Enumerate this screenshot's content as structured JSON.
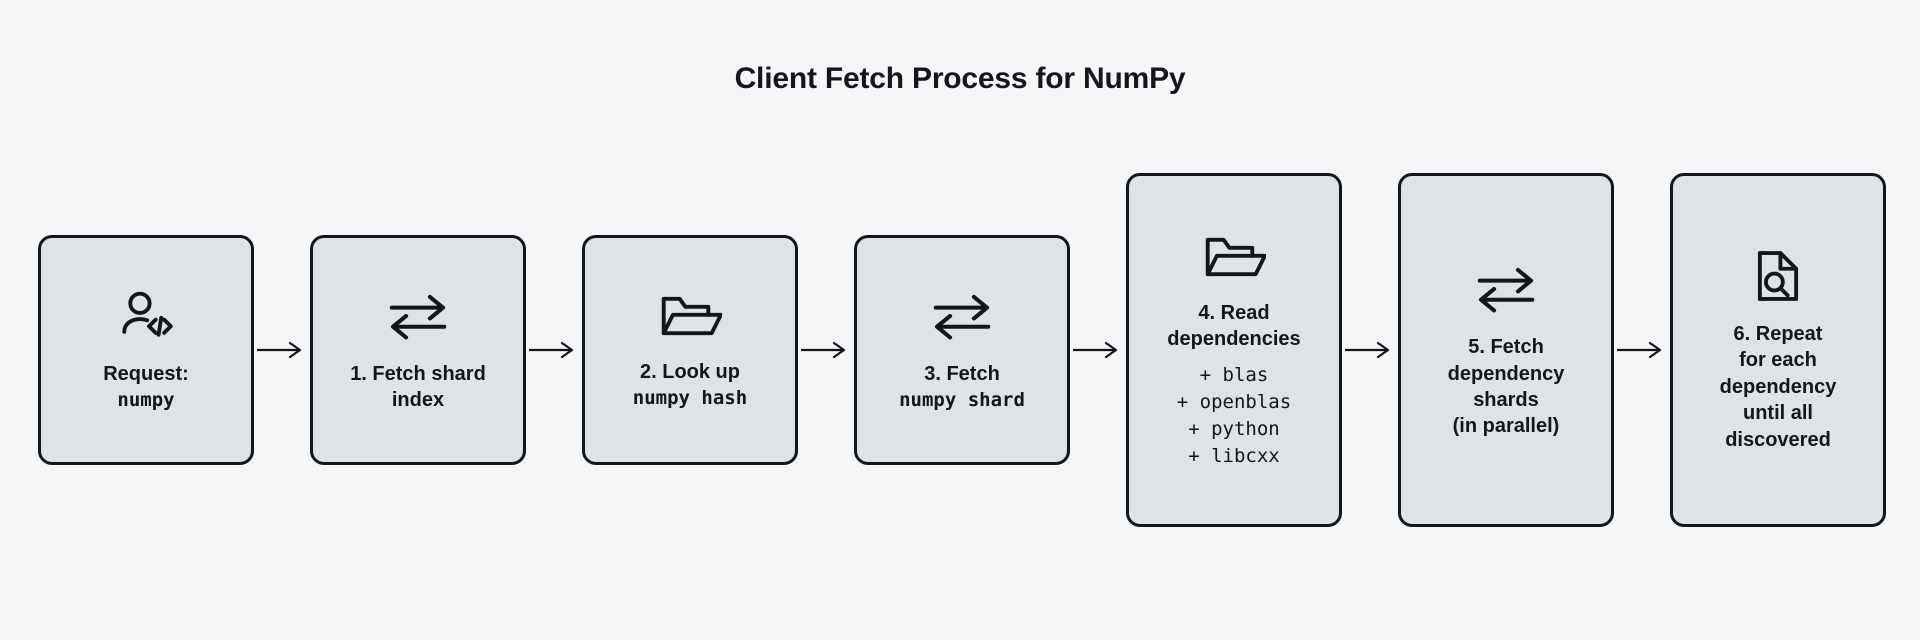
{
  "title": "Client Fetch Process for NumPy",
  "colors": {
    "background": "#f5f6f8",
    "box_fill": "#dfe2e7",
    "stroke": "#14161a"
  },
  "steps": [
    {
      "icon": "user-code-icon",
      "label_line1": "Request:",
      "label_line2": "numpy",
      "line2_mono": true,
      "size": "short"
    },
    {
      "icon": "exchange-arrows-icon",
      "label_line1": "1. Fetch shard",
      "label_line2": "index",
      "line2_mono": false,
      "size": "short"
    },
    {
      "icon": "folder-open-icon",
      "label_line1": "2. Look up",
      "label_line2": "numpy hash",
      "line2_mono": true,
      "size": "short"
    },
    {
      "icon": "exchange-arrows-icon",
      "label_line1": "3. Fetch",
      "label_line2": "numpy shard",
      "line2_mono": true,
      "size": "short"
    },
    {
      "icon": "folder-open-icon",
      "label_line1": "4. Read",
      "label_line2": "dependencies",
      "line2_mono": false,
      "size": "tall",
      "dependencies": [
        "+ blas",
        "+ openblas",
        "+ python",
        "+ libcxx"
      ]
    },
    {
      "icon": "exchange-arrows-icon",
      "label_line1": "5. Fetch",
      "label_line2": "dependency",
      "label_line3": "shards",
      "label_line4": "(in parallel)",
      "line2_mono": false,
      "size": "tall"
    },
    {
      "icon": "document-search-icon",
      "label_line1": "6. Repeat",
      "label_line2": "for each",
      "label_line3": "dependency",
      "label_line4": "until all",
      "label_line5": "discovered",
      "line2_mono": false,
      "size": "tall"
    }
  ],
  "connectors": [
    {
      "name": "arrow-1-to-2"
    },
    {
      "name": "arrow-2-to-3"
    },
    {
      "name": "arrow-3-to-4"
    },
    {
      "name": "arrow-4-to-5"
    },
    {
      "name": "arrow-5-to-6"
    },
    {
      "name": "arrow-6-to-7"
    }
  ]
}
